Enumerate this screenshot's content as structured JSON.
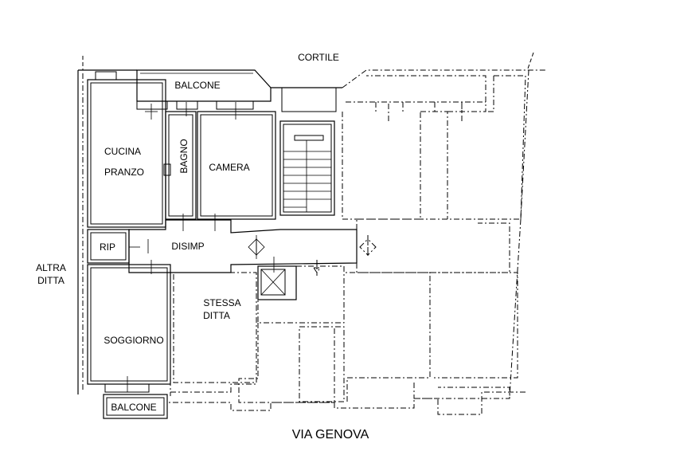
{
  "labels": {
    "cortile": "CORTILE",
    "balcone_top": "BALCONE",
    "cucina": "CUCINA",
    "pranzo": "PRANZO",
    "bagno": "BAGNO",
    "camera": "CAMERA",
    "rip": "RIP",
    "disimp": "DISIMP",
    "altra": "ALTRA",
    "ditta": "DITTA",
    "stessa": "STESSA",
    "stessa_ditta": "DITTA",
    "soggiorno": "SOGGIORNO",
    "balcone_bottom": "BALCONE",
    "street": "VIA GENOVA"
  }
}
